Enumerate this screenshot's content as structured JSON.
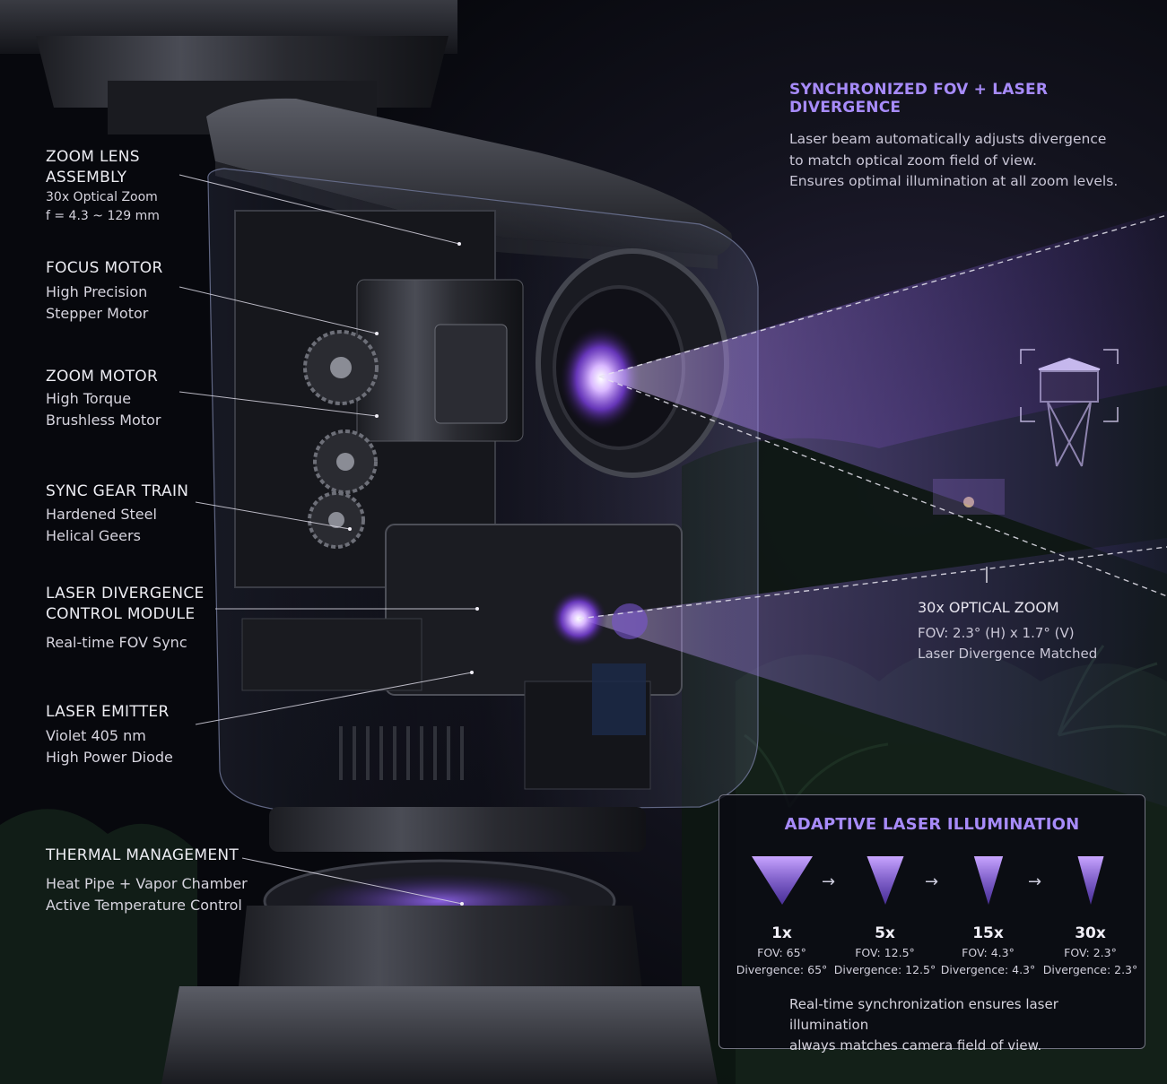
{
  "callouts": [
    {
      "title": "ZOOM LENS\nASSEMBLY",
      "desc": "30x Optical Zoom\nf = 4.3 ~ 129 mm",
      "small": true
    },
    {
      "title": "FOCUS MOTOR",
      "desc": "High Precision\nStepper Motor"
    },
    {
      "title": "ZOOM MOTOR",
      "desc": "High Torque\nBrushless Motor"
    },
    {
      "title": "SYNC GEAR TRAIN",
      "desc": "Hardened Steel\nHelical Geers"
    },
    {
      "title": "LASER DIVERGENCE\nCONTROL MODULE",
      "desc": "Real-time FOV Sync"
    },
    {
      "title": "LASER EMITTER",
      "desc": "Violet 405 nm\nHigh Power Diode"
    },
    {
      "title": "THERMAL MANAGEMENT",
      "desc": "Heat Pipe + Vapor Chamber\nActive Temperature Control"
    }
  ],
  "sync": {
    "title": "SYNCHRONIZED FOV + LASER DIVERGENCE",
    "body": "Laser beam automatically adjusts divergence\nto match optical zoom field of view.\nEnsures optimal illumination at all zoom levels."
  },
  "zoom_callout": {
    "title": "30x OPTICAL ZOOM",
    "body": "FOV: 2.3° (H) x 1.7° (V)\nLaser Divergence Matched"
  },
  "adaptive": {
    "title": "ADAPTIVE LASER ILLUMINATION",
    "arrow": "→",
    "levels": [
      {
        "zoom": "1x",
        "fov": "FOV: 65°",
        "divergence": "Divergence: 65°",
        "fov_deg": 65
      },
      {
        "zoom": "5x",
        "fov": "FOV: 12.5°",
        "divergence": "Divergence: 12.5°",
        "fov_deg": 12.5
      },
      {
        "zoom": "15x",
        "fov": "FOV: 4.3°",
        "divergence": "Divergence: 4.3°",
        "fov_deg": 4.3
      },
      {
        "zoom": "30x",
        "fov": "FOV: 2.3°",
        "divergence": "Divergence: 2.3°",
        "fov_deg": 2.3
      }
    ],
    "footer": "Real-time synchronization ensures laser illumination\nalways matches camera field of view."
  },
  "colors": {
    "accent": "#a78bfa",
    "beam": "#b48cff",
    "panel_border": "#c8c8dc"
  }
}
